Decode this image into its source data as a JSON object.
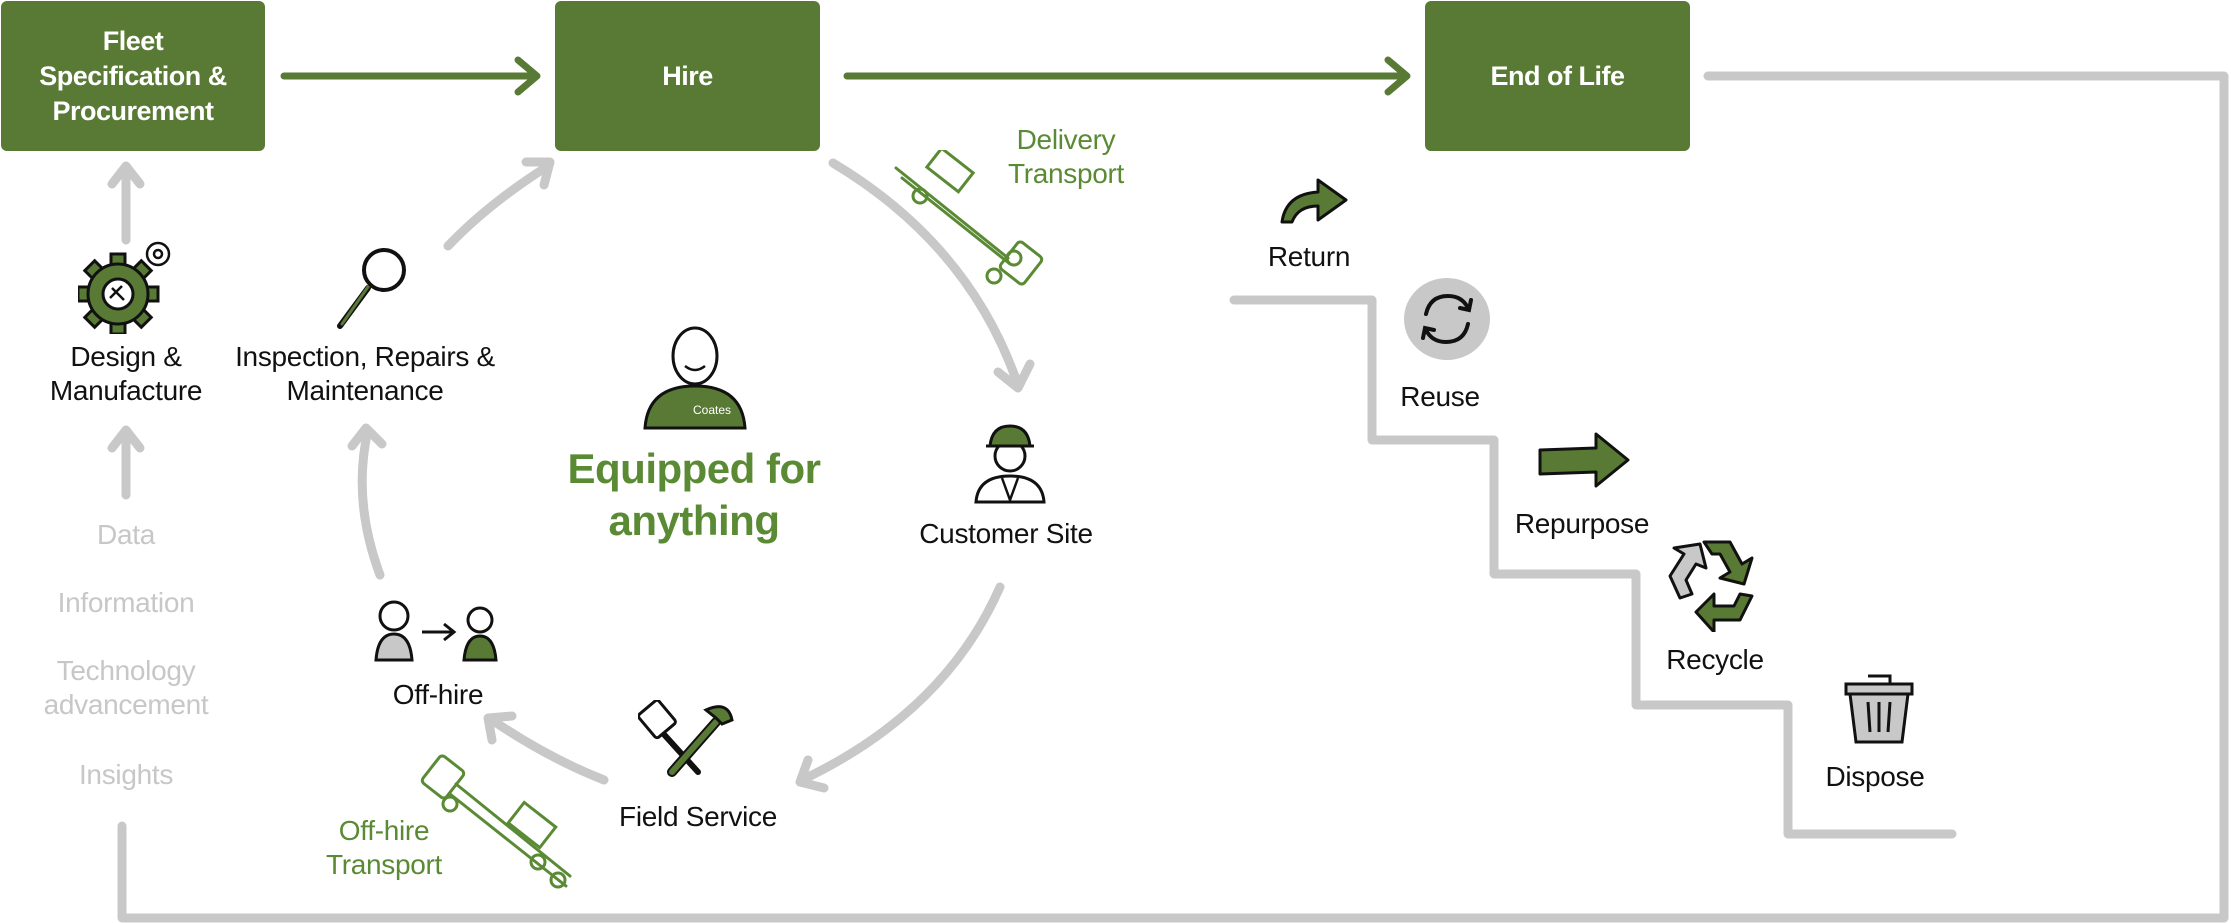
{
  "colors": {
    "green": "#597a35",
    "accent_text": "#5a8a34",
    "flow_gray": "#c8c8c8",
    "faint_text": "#c7c7c7"
  },
  "stages": {
    "fleet": "Fleet Specification & Procurement",
    "hire": "Hire",
    "end_of_life": "End of Life"
  },
  "cycle": {
    "design": "Design & Manufacture",
    "inspection": "Inspection, Repairs & Maintenance",
    "customer_site": "Customer Site",
    "field_service": "Field Service",
    "off_hire": "Off-hire",
    "delivery_transport": "Delivery Transport",
    "off_hire_transport": "Off-hire Transport"
  },
  "center": {
    "tagline": "Equipped for anything",
    "badge": "Coates"
  },
  "inputs": [
    "Data",
    "Information",
    "Technology advancement",
    "Insights"
  ],
  "end_of_life_steps": [
    "Return",
    "Reuse",
    "Repurpose",
    "Recycle",
    "Dispose"
  ],
  "icons": {
    "design": "gear-icon",
    "inspection": "magnifier-icon",
    "person": "person-icon",
    "customer": "construction-worker-icon",
    "field_service": "tools-icon",
    "off_hire": "handover-icon",
    "truck": "truck-icon",
    "return": "curved-arrow-icon",
    "reuse": "refresh-icon",
    "repurpose": "arrow-right-icon",
    "recycle": "recycle-icon",
    "dispose": "bin-icon"
  }
}
